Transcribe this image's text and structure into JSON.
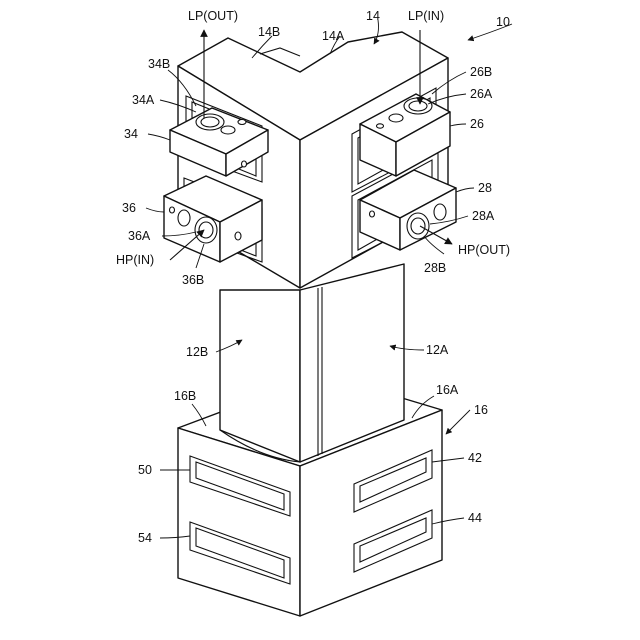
{
  "colors": {
    "line": "#111111",
    "background": "#ffffff"
  },
  "labels": {
    "ref_10": "10",
    "ref_14": "14",
    "ref_14A": "14A",
    "ref_14B": "14B",
    "ref_12A": "12A",
    "ref_12B": "12B",
    "ref_16": "16",
    "ref_16A": "16A",
    "ref_16B": "16B",
    "ref_26": "26",
    "ref_26A": "26A",
    "ref_26B": "26B",
    "ref_28": "28",
    "ref_28A": "28A",
    "ref_28B": "28B",
    "ref_34": "34",
    "ref_34A": "34A",
    "ref_34B": "34B",
    "ref_36": "36",
    "ref_36A": "36A",
    "ref_36B": "36B",
    "ref_42": "42",
    "ref_44": "44",
    "ref_50": "50",
    "ref_54": "54",
    "lp_out": "LP(OUT)",
    "lp_in": "LP(IN)",
    "hp_in": "HP(IN)",
    "hp_out": "HP(OUT)"
  }
}
